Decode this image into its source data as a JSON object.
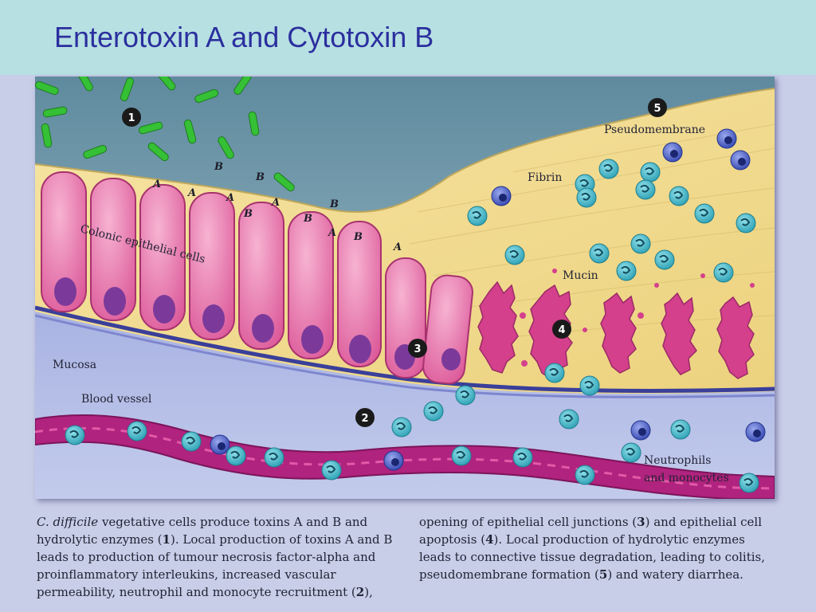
{
  "slide": {
    "title": "Enterotoxin A and Cytotoxin B"
  },
  "figure": {
    "labels": {
      "pseudomembrane": "Pseudomembrane",
      "fibrin": "Fibrin",
      "epithelial": "Colonic epithelial cells",
      "mucin": "Mucin",
      "mucosa": "Mucosa",
      "blood_vessel": "Blood vessel",
      "neutrophils_1": "Neutrophils",
      "neutrophils_2": "and monocytes"
    },
    "toxin_letters": [
      "A",
      "A",
      "B",
      "A",
      "B",
      "B",
      "A",
      "B",
      "B",
      "A",
      "B",
      "A"
    ],
    "markers": [
      "1",
      "2",
      "3",
      "4",
      "5"
    ]
  },
  "caption": {
    "left": {
      "species": "C. difficile",
      "t1": " vegetative cells produce toxins A and B and hydrolytic enzymes (",
      "n1": "1",
      "t2": "). Local production of toxins A and B leads to production of tumour necrosis factor-alpha and proinflammatory interleukins, increased vascular permeability, neutrophil and monocyte recruitment (",
      "n2": "2",
      "t3": "),"
    },
    "right": {
      "t1": "opening of epithelial cell junctions (",
      "n3": "3",
      "t2": ") and epithelial cell apoptosis (",
      "n4": "4",
      "t3": "). Local production of hydrolytic enzymes leads to connective tissue degradation, leading to colitis, pseudomembrane formation (",
      "n5": "5",
      "t4": ") and watery diarrhea."
    }
  },
  "colors": {
    "title": "#2b2f9e",
    "title_bar": "#b7e0e2",
    "slide_bg": "#c8cde8",
    "lumen": "#7fa3b4",
    "fibrin": "#f0d98e",
    "epithelium": "#e86ba8",
    "mucosa": "#b6bfe6",
    "vessel": "#b0237e",
    "bacteria": "#2fbf2f",
    "neutrophil": "#3fb9c9",
    "monocyte": "#4f63c2"
  }
}
